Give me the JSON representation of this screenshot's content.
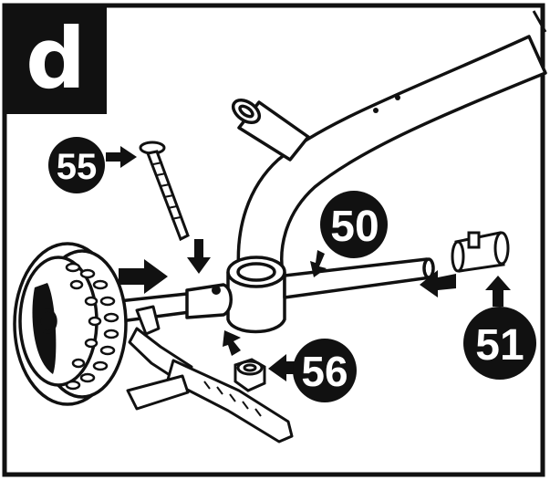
{
  "step": {
    "letter": "d"
  },
  "callouts": {
    "bolt": "55",
    "axle": "50",
    "cap": "51",
    "nut": "56"
  },
  "colors": {
    "ink": "#111111",
    "paper": "#ffffff"
  }
}
